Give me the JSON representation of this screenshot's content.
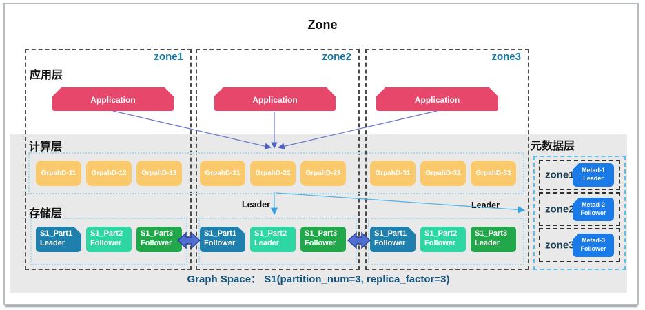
{
  "title": "Zone",
  "layer_labels": {
    "application": "应用层",
    "compute": "计算层",
    "storage": "存储层",
    "metadata": "元数据层"
  },
  "zones": [
    {
      "label": "zone1",
      "app_label": "Application",
      "graphd": [
        "GrpahD-11",
        "GrpahD-12",
        "GrpahD-13"
      ],
      "storage": [
        {
          "name": "S1_Part1",
          "role": "Leader"
        },
        {
          "name": "S1_Part2",
          "role": "Follower"
        },
        {
          "name": "S1_Part3",
          "role": "Follower"
        }
      ]
    },
    {
      "label": "zone2",
      "app_label": "Application",
      "graphd": [
        "GrpahD-21",
        "GrpahD-22",
        "GrpahD-23"
      ],
      "storage": [
        {
          "name": "S1_Part1",
          "role": "Follower"
        },
        {
          "name": "S1_Part2",
          "role": "Leader"
        },
        {
          "name": "S1_Part3",
          "role": "Follower"
        }
      ]
    },
    {
      "label": "zone3",
      "app_label": "Application",
      "graphd": [
        "GrpahD-31",
        "GrpahD-32",
        "GrpahD-33"
      ],
      "storage": [
        {
          "name": "S1_Part1",
          "role": "Follower"
        },
        {
          "name": "S1_Part2",
          "role": "Follower"
        },
        {
          "name": "S1_Part3",
          "role": "Leader"
        }
      ]
    }
  ],
  "leader_pointer_storage": "Leader",
  "leader_pointer_meta": "Leader",
  "metadata": {
    "rows": [
      {
        "zone": "zone1",
        "name": "Metad-1",
        "role": "Leader"
      },
      {
        "zone": "zone2",
        "name": "Metad-2",
        "role": "Follower"
      },
      {
        "zone": "zone3",
        "name": "Metad-3",
        "role": "Follower"
      }
    ]
  },
  "footer": "Graph Space：  S1(partition_num=3, replica_factor=3)",
  "colors": {
    "application_box": "#e8476c",
    "graphd_box": "#f9c96c",
    "storage_part1_blue": "#1f80ae",
    "storage_part2_mint": "#2dd6a2",
    "storage_part3_green": "#22a74a",
    "metad_box": "#1a7ae8",
    "zone_label": "#1379a4",
    "footer_text": "#14557d",
    "band_gray": "#e9e9e9",
    "arrow_indigo": "#4e63c4",
    "arrow_lightblue": "#35a3de"
  }
}
